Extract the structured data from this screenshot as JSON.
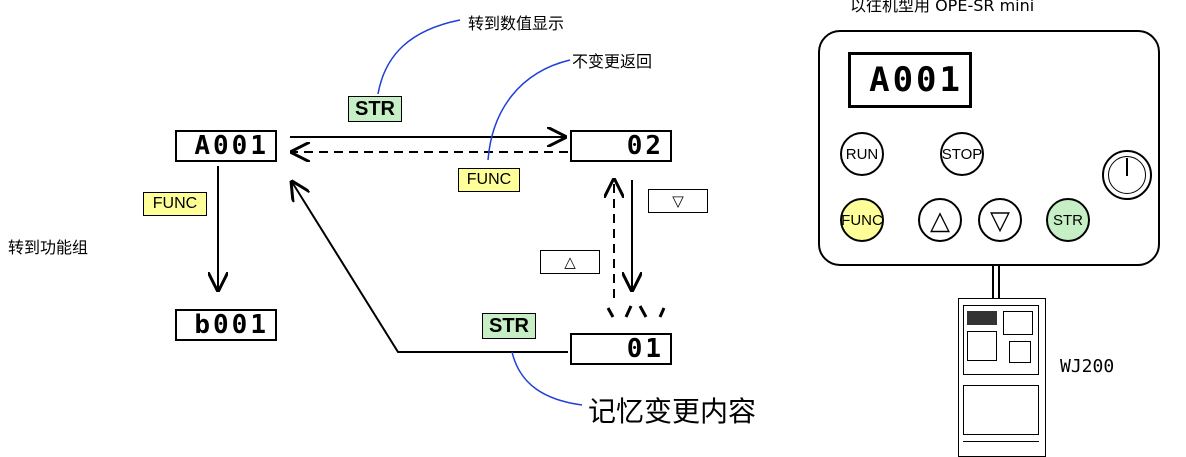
{
  "labels": {
    "to_value_display": "转到数值显示",
    "no_change_return": "不变更返回",
    "to_function_group": "转到功能组",
    "store_change": "记忆变更内容",
    "panel_caption": "以往机型用 OPE-SR mini",
    "inverter_model": "WJ200"
  },
  "displays": {
    "main": "A001",
    "value_top": "02",
    "value_bottom": "01",
    "func_group": "b001",
    "panel_lcd": "A001"
  },
  "keys": {
    "str_top": "STR",
    "str_bottom": "STR",
    "func_left": "FUNC",
    "func_mid": "FUNC",
    "down": "▽",
    "up": "△"
  },
  "panel_buttons": {
    "run": "RUN",
    "stop": "STOP",
    "func": "FUNC",
    "up": "△",
    "down": "▽",
    "str": "STR"
  },
  "colors": {
    "str_green": "#c6efc6",
    "func_yellow": "#ffff99",
    "leader_blue": "#1f3fd8"
  }
}
